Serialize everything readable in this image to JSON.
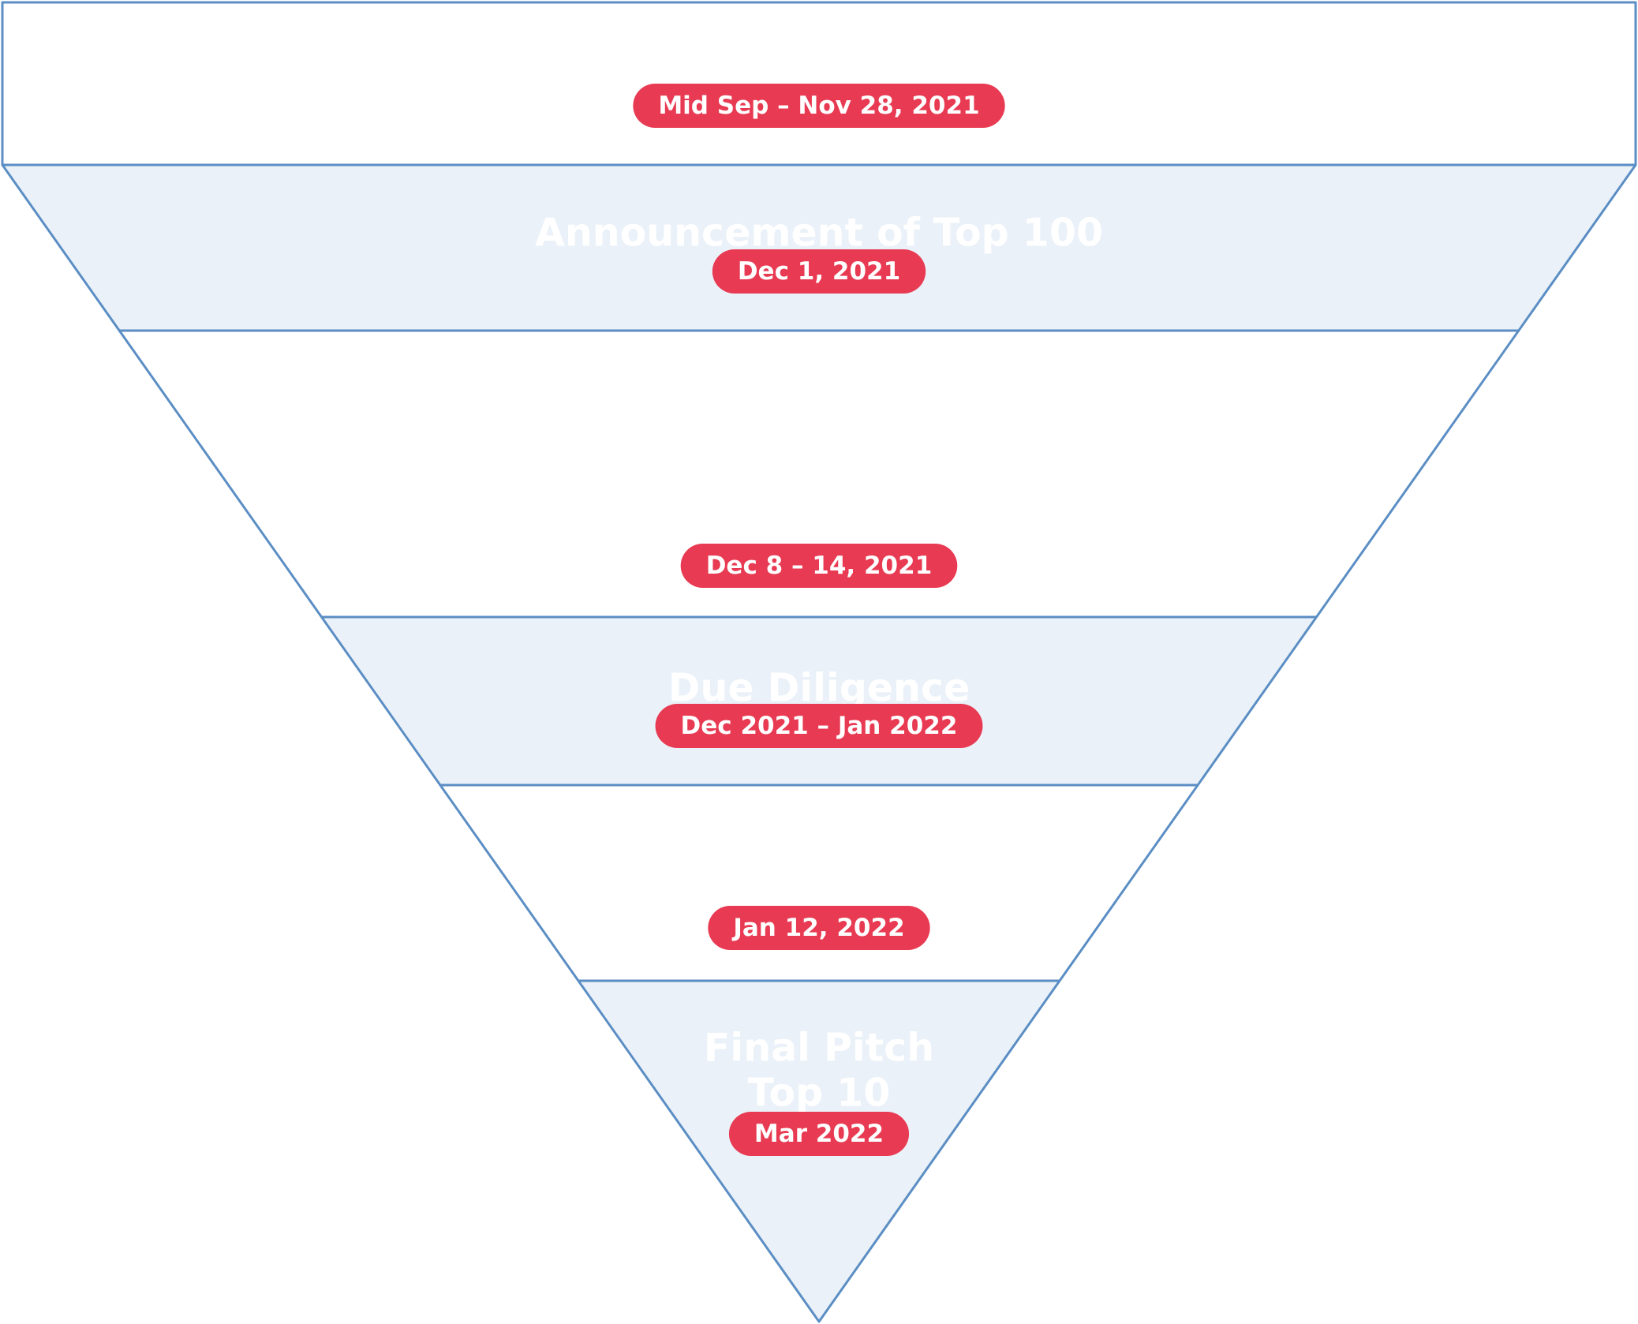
{
  "colors": {
    "outline": "#5b8ec4",
    "band_fill": "#eaf1f8",
    "pill": "#e83a52",
    "pill_text": "#ffffff",
    "title_text": "#ffffff"
  },
  "stages": [
    {
      "title_lines": [],
      "date": "Mid Sep – Nov 28, 2021",
      "shaded": false
    },
    {
      "title_lines": [
        "Announcement of Top 100"
      ],
      "date": "Dec 1, 2021",
      "shaded": true
    },
    {
      "title_lines": [],
      "date": "Dec 8 – 14, 2021",
      "shaded": false
    },
    {
      "title_lines": [
        "Due Diligence"
      ],
      "date": "Dec 2021 – Jan 2022",
      "shaded": true
    },
    {
      "title_lines": [],
      "date": "Jan 12, 2022",
      "shaded": false
    },
    {
      "title_lines": [
        "Final Pitch",
        "Top 10"
      ],
      "date": "Mar 2022",
      "shaded": true
    }
  ]
}
